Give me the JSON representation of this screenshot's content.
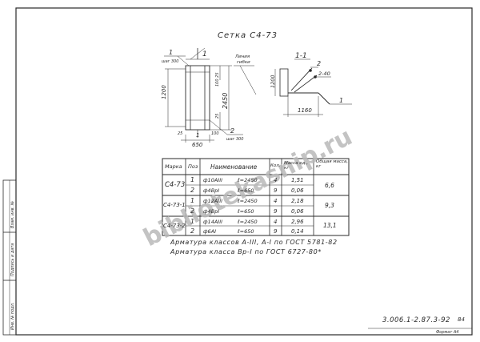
{
  "title": "Сетка С4-73",
  "drawing": {
    "section_title": "1-1",
    "mark_1": "1",
    "mark_2": "2",
    "step_label": "шаг 300",
    "line_label_1": "Линия",
    "line_label_2": "гибки",
    "dim_1200": "1200",
    "dim_2450": "2450",
    "dim_100_25": "100 25",
    "dim_25_top": "25",
    "dim_650": "650",
    "dim_25_bottom": "25",
    "dim_100_bottom": "100",
    "dim_1160": "1160",
    "dim_2_40": "2-40",
    "dim_step_300_bottom": "шаг 300"
  },
  "table": {
    "headers": [
      "Марка",
      "Поз",
      "Наименование",
      "Кол.",
      "Масса ед., кг",
      "Общая масса, кг"
    ],
    "rows": [
      {
        "mark": "С4-73",
        "pos": "1",
        "name": "ф10АIII",
        "len": "ℓ=2450",
        "qty": "4",
        "mass": "1,51",
        "total": "6,6"
      },
      {
        "mark": "",
        "pos": "2",
        "name": "ф4ВрI",
        "len": "ℓ=650",
        "qty": "9",
        "mass": "0,06",
        "total": ""
      },
      {
        "mark": "С4-73-1",
        "pos": "1",
        "name": "ф12АIII",
        "len": "ℓ=2450",
        "qty": "4",
        "mass": "2,18",
        "total": "9,3"
      },
      {
        "mark": "",
        "pos": "2",
        "name": "ф4ВрI",
        "len": "ℓ=650",
        "qty": "9",
        "mass": "0,06",
        "total": ""
      },
      {
        "mark": "С4-73-2",
        "pos": "1",
        "name": "ф14АIII",
        "len": "ℓ=2450",
        "qty": "4",
        "mass": "2,96",
        "total": "13,1"
      },
      {
        "mark": "",
        "pos": "2",
        "name": "ф6АI",
        "len": "ℓ=650",
        "qty": "9",
        "mass": "0,14",
        "total": ""
      }
    ]
  },
  "notes": [
    "Арматура классов А-III, А-I по ГОСТ 5781-82",
    "Арматура класса Вр-I по ГОСТ 6727-80*"
  ],
  "side_stamp": {
    "inv": "Инв. № подл.",
    "sign": "Подпись и дата",
    "vzam": "Взам. инв. №"
  },
  "code": "3.006.1-2.87.3-92",
  "sheet_num": "84",
  "format": "Формат А4",
  "watermark": "bibliotekasnip.ru",
  "colors": {
    "ink": "#2a2a2a",
    "watermark": "#b9b9b9",
    "paper": "#ffffff"
  }
}
